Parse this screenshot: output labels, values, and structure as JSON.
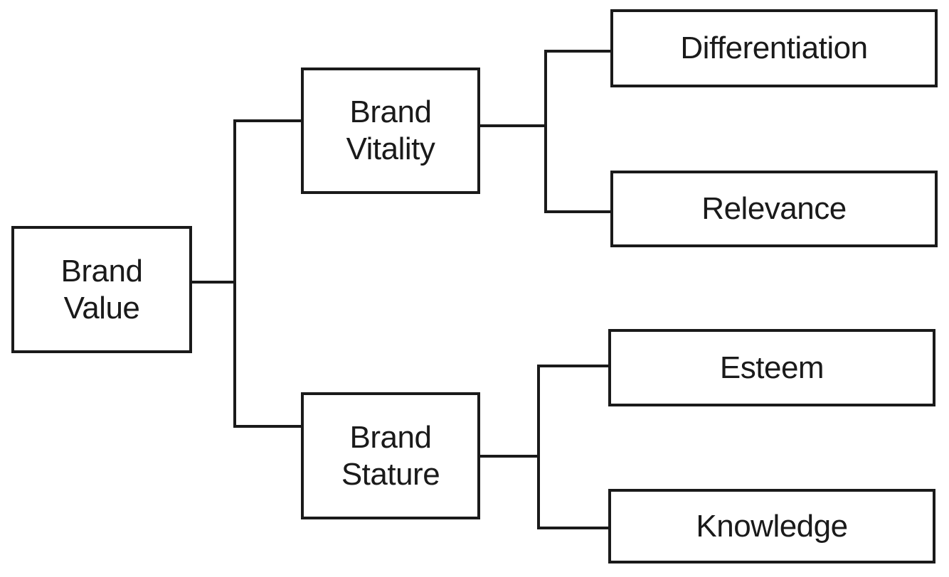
{
  "diagram": {
    "background_color": "#ffffff",
    "line_color": "#1a1a1a",
    "text_color": "#1a1a1a",
    "nodes": {
      "brand_value": {
        "label": "Brand Value",
        "lines": [
          "Brand",
          "Value"
        ]
      },
      "brand_vitality": {
        "label": "Brand Vitality",
        "lines": [
          "Brand",
          "Vitality"
        ]
      },
      "brand_stature": {
        "label": "Brand Stature",
        "lines": [
          "Brand",
          "Stature"
        ]
      },
      "differentiation": {
        "label": "Differentiation",
        "lines": [
          "Differentiation"
        ]
      },
      "relevance": {
        "label": "Relevance",
        "lines": [
          "Relevance"
        ]
      },
      "esteem": {
        "label": "Esteem",
        "lines": [
          "Esteem"
        ]
      },
      "knowledge": {
        "label": "Knowledge",
        "lines": [
          "Knowledge"
        ]
      }
    },
    "edges": [
      {
        "from": "Brand Value",
        "to": "Brand Vitality"
      },
      {
        "from": "Brand Value",
        "to": "Brand Stature"
      },
      {
        "from": "Brand Vitality",
        "to": "Differentiation"
      },
      {
        "from": "Brand Vitality",
        "to": "Relevance"
      },
      {
        "from": "Brand Stature",
        "to": "Esteem"
      },
      {
        "from": "Brand Stature",
        "to": "Knowledge"
      }
    ]
  }
}
